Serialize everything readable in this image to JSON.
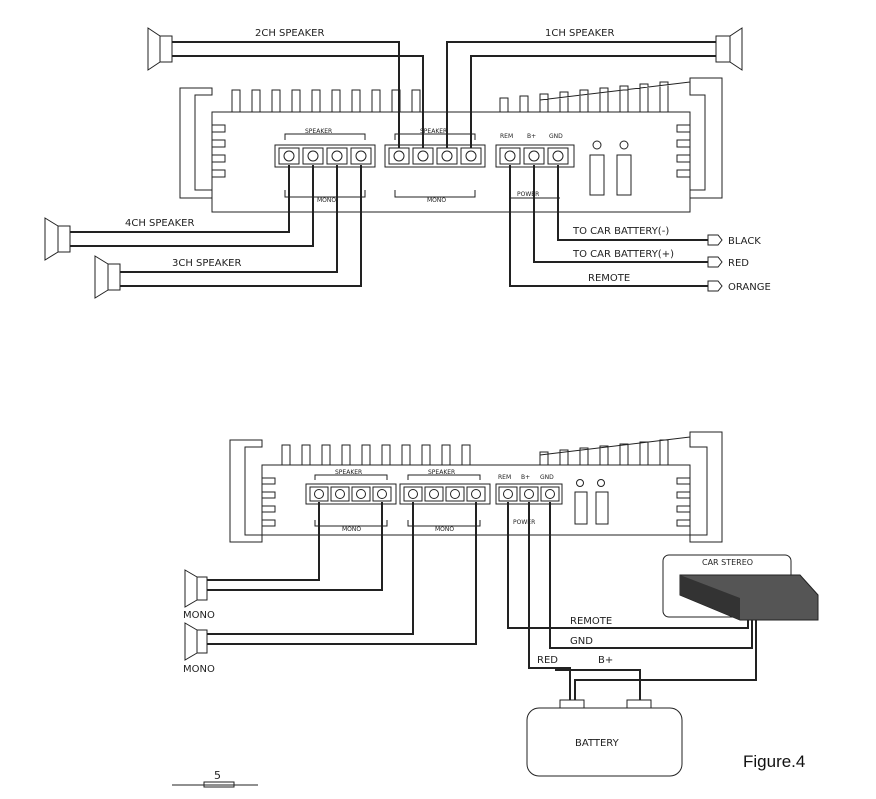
{
  "diagram1": {
    "speaker_labels": [
      "2CH SPEAKER",
      "1CH SPEAKER",
      "4CH SPEAKER",
      "3CH SPEAKER"
    ],
    "terminal_group_labels": [
      "SPEAKER",
      "SPEAKER"
    ],
    "mono_labels": [
      "MONO",
      "MONO"
    ],
    "power_terminals": [
      "REM",
      "B+",
      "GND"
    ],
    "power_label": "POWER",
    "leads": [
      {
        "text": "TO CAR BATTERY(-)",
        "color": "BLACK"
      },
      {
        "text": "TO CAR BATTERY(+)",
        "color": "RED"
      },
      {
        "text": "REMOTE",
        "color": "ORANGE"
      }
    ]
  },
  "diagram2": {
    "terminal_group_labels": [
      "SPEAKER",
      "SPEAKER"
    ],
    "mono_labels": [
      "MONO",
      "MONO"
    ],
    "power_terminals": [
      "REM",
      "B+",
      "GND"
    ],
    "power_label": "POWER",
    "speaker_labels": [
      "MONO",
      "MONO"
    ],
    "car_stereo": "CAR STEREO",
    "wire_labels": {
      "remote": "REMOTE",
      "gnd": "GND",
      "red": "RED",
      "bplus": "B+"
    },
    "battery": "BATTERY"
  },
  "figure_label": "Figure.4",
  "page_number": "5"
}
